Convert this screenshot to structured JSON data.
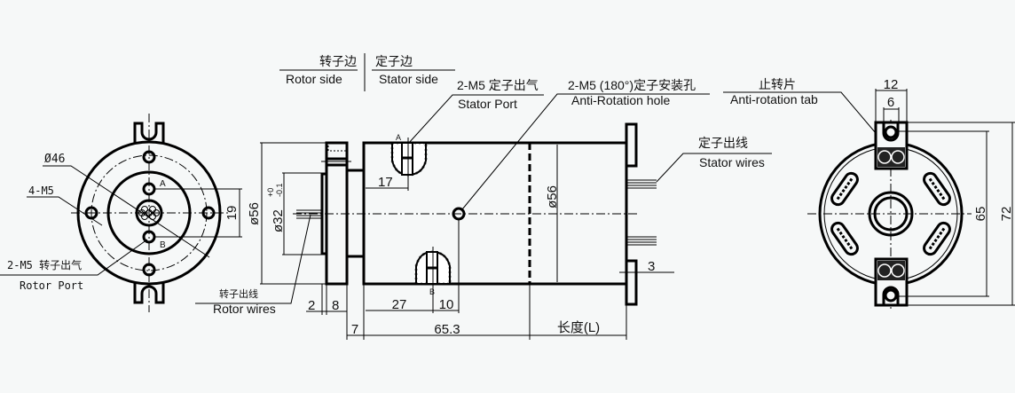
{
  "labels": {
    "rotor_side_cn": "转子边",
    "rotor_side_en": "Rotor side",
    "stator_side_cn": "定子边",
    "stator_side_en": "Stator side",
    "stator_port_cn": "2-M5 定子出气",
    "stator_port_en": "Stator Port",
    "anti_rot_hole_cn": "2-M5 (180°)定子安装孔",
    "anti_rot_hole_en": "Anti-Rotation hole",
    "anti_rot_tab_cn": "止转片",
    "anti_rot_tab_en": "Anti-rotation tab",
    "stator_wires_cn": "定子出线",
    "stator_wires_en": "Stator wires",
    "rotor_wires_cn": "转子出线",
    "rotor_wires_en": "Rotor wires",
    "dia46": "Ø46",
    "holes_4m5": "4-M5",
    "rotor_port_cn": "2-M5 转子出气",
    "rotor_port_en": "Rotor Port",
    "port_a": "A",
    "port_b": "B"
  },
  "dimensions": {
    "d19": "19",
    "d56_left": "ø56",
    "d32": "ø32",
    "d32_tol_upper": "+0",
    "d32_tol_lower": "-0.1",
    "d17": "17",
    "d2": "2",
    "d8": "8",
    "d7": "7",
    "d27": "27",
    "d10": "10",
    "d65_3": "65.3",
    "length_l": "长度(L)",
    "d3": "3",
    "d56_body": "ø56",
    "d12": "12",
    "d6": "6",
    "d65": "65",
    "d72": "72"
  }
}
